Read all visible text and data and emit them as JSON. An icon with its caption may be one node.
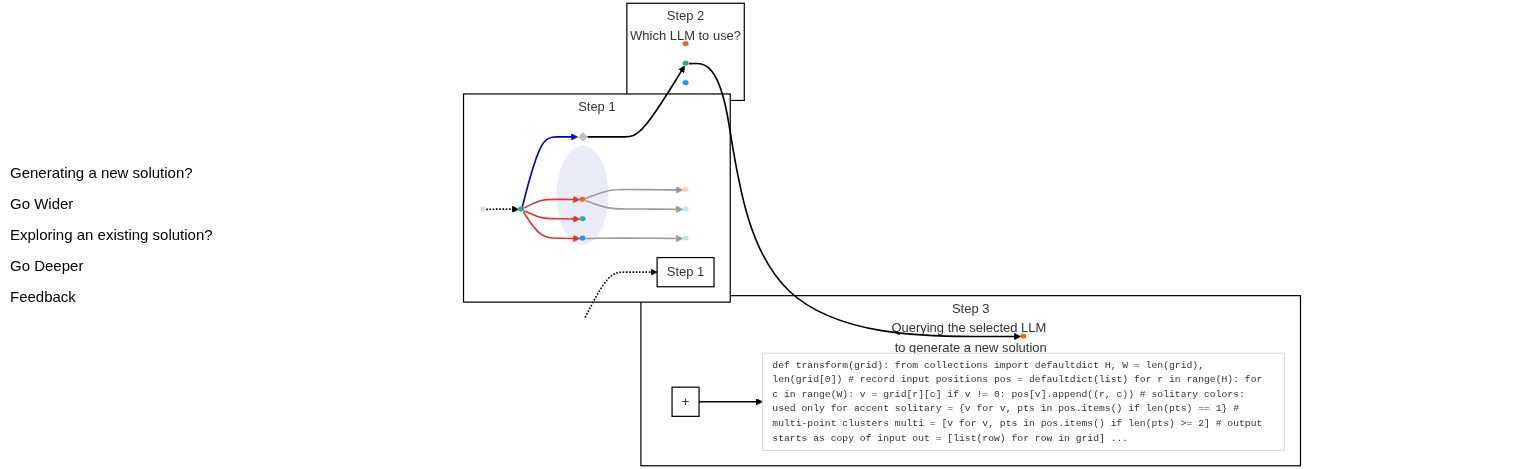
{
  "diagram": {
    "nodes": [
      {
        "text": [
          "Step 1"
        ]
      },
      {
        "text": [],
        "shape": "ellipse",
        "in": 0
      },
      {
        "text": [],
        "shape": "ellipse",
        "in": 0
      },
      {
        "text": [],
        "shape": "diamond",
        "in": 0
      },
      {
        "text": [],
        "shape": "ellipse",
        "in": 0
      },
      {
        "text": [],
        "shape": "ellipse",
        "in": 4
      },
      {
        "text": [],
        "shape": "ellipse",
        "in": 4
      },
      {
        "text": [],
        "shape": "ellipse",
        "in": 4
      },
      {
        "text": [],
        "shape": "ellipse",
        "in": 0
      },
      {
        "text": [],
        "shape": "ellipse",
        "in": 0
      },
      {
        "text": [],
        "shape": "ellipse",
        "in": 0
      },
      {
        "text": [
          "Step 1"
        ],
        "in": 0
      },
      {
        "text": [
          "Step 2",
          "Which LLM to use?"
        ]
      },
      {
        "text": [],
        "shape": "ellipse",
        "in": 12
      },
      {
        "text": [],
        "shape": "ellipse",
        "in": 12
      },
      {
        "text": [],
        "shape": "ellipse",
        "in": 12
      },
      {
        "text": [
          "Step 3",
          "Querying the selected LLM to generate a new solution"
        ]
      },
      {
        "text": [],
        "shape": "ellipse",
        "in": 16
      },
      {
        "text": [
          "+"
        ],
        "in": 16
      },
      {
        "text": [
          "def transform(grid): from collections import defaultdict H, W = len(grid), len(grid[0]) # record input positions pos = defaultdict(list) for r in range(H): for c in range(W): v = grid[r][c] if v != 0: pos[v].append((r, c)) # solitary colors: used only for accent solitary = {v for v, pts in pos.items() if len(pts) == 1} # multi-point clusters multi = [v for v, pts in pos.items() if len(pts) >= 2] # output starts as copy of input out = [list(row) for row in grid] ..."
        ],
        "in": 16
      }
    ],
    "edges": [
      {
        "from": 1,
        "to": 2,
        "arrow": "to",
        "style": "dashed"
      },
      {
        "from": 2,
        "to": 3,
        "arrow": "to",
        "color": "#0000cc"
      },
      {
        "from": 2,
        "to": 5,
        "arrow": "to",
        "color": "#e8322e"
      },
      {
        "from": 2,
        "to": 6,
        "arrow": "to",
        "color": "#e8322e"
      },
      {
        "from": 2,
        "to": 7,
        "arrow": "to",
        "color": "#e8322e"
      },
      {
        "from": 5,
        "to": 8,
        "arrow": "to",
        "color": "#999999"
      },
      {
        "from": 5,
        "to": 9,
        "arrow": "to",
        "color": "#999999"
      },
      {
        "from": 7,
        "to": 10,
        "arrow": "to",
        "color": "#999999"
      },
      {
        "from": null,
        "to": 11,
        "arrow": "to",
        "style": "dashed"
      },
      {
        "from": 3,
        "to": 14,
        "arrow": "to"
      },
      {
        "from": 14,
        "to": 17,
        "arrow": "to"
      },
      {
        "from": 18,
        "to": 19,
        "arrow": "to"
      }
    ],
    "labels": [
      "Generating a new solution?",
      "Go Wider",
      "Exploring an existing solution?",
      "Go Deeper",
      "Feedback"
    ]
  }
}
